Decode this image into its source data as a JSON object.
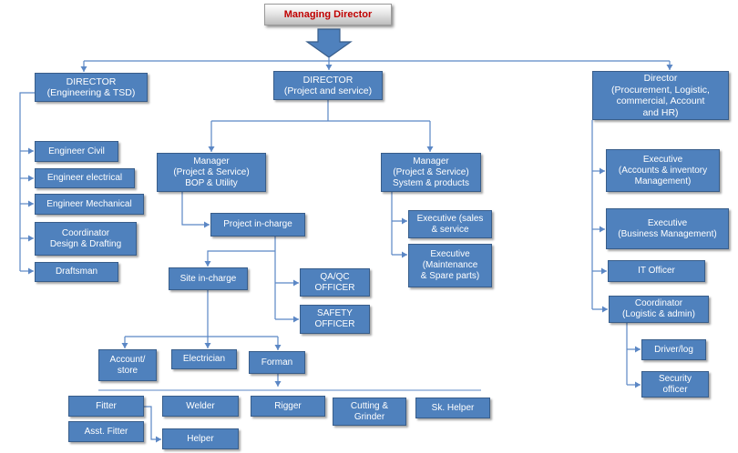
{
  "colors": {
    "box_fill": "#4F81BD",
    "box_border": "#385D8A",
    "box_text": "#FFFFFF",
    "connector": "#5B87C5",
    "md_text": "#C00000"
  },
  "managing_director": "Managing Director",
  "engineering": {
    "director": "DIRECTOR\n(Engineering & TSD)",
    "engineer_civil": "Engineer Civil",
    "engineer_electrical": "Engineer electrical",
    "engineer_mechanical": "Engineer Mechanical",
    "coordinator_design": "Coordinator\nDesign & Drafting",
    "draftsman": "Draftsman"
  },
  "project_service": {
    "director": "DIRECTOR\n(Project and service)",
    "manager_bop": "Manager\n(Project & Service)\nBOP & Utility",
    "project_incharge": "Project in-charge",
    "site_incharge": "Site in-charge",
    "qa_qc_officer": "QA/QC\nOFFICER",
    "safety_officer": "SAFETY\nOFFICER",
    "account_store": "Account/\nstore",
    "electrician": "Electrician",
    "forman": "Forman",
    "fitter": "Fitter",
    "asst_fitter": "Asst. Fitter",
    "welder": "Welder",
    "helper": "Helper",
    "rigger": "Rigger",
    "cutting_grinder": "Cutting &\nGrinder",
    "sk_helper": "Sk. Helper",
    "manager_system": "Manager\n(Project & Service)\nSystem & products",
    "executive_sales": "Executive (sales\n& service",
    "executive_maintenance": "Executive\n(Maintenance\n& Spare parts)"
  },
  "procurement": {
    "director": "Director\n(Procurement, Logistic,\ncommercial, Account\nand HR)",
    "executive_accounts": "Executive\n(Accounts & inventory\nManagement)",
    "executive_business": "Executive\n(Business Management)",
    "it_officer": "IT Officer",
    "coordinator_logistic": "Coordinator\n(Logistic & admin)",
    "driver_log": "Driver/log",
    "security_officer": "Security\nofficer"
  }
}
